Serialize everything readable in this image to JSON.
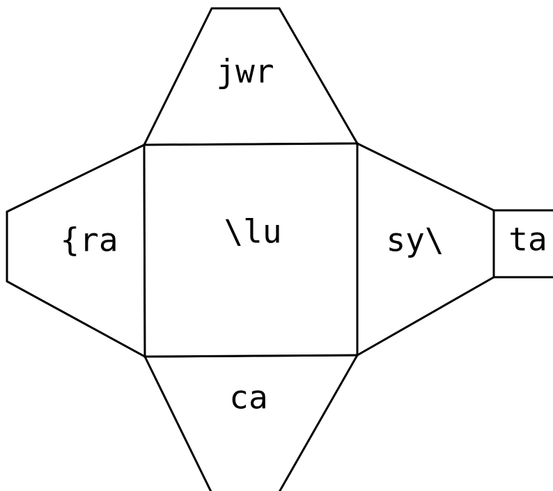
{
  "diagram": {
    "faces": {
      "top": {
        "label": "jwr"
      },
      "left": {
        "label": "{ra"
      },
      "center": {
        "label": "\\lu"
      },
      "right": {
        "label": "sy\\"
      },
      "far_right": {
        "label": "ta"
      },
      "bottom": {
        "label": "ca"
      }
    },
    "colors": {
      "stroke": "#000000",
      "fill": "#ffffff",
      "text": "#000000"
    }
  }
}
